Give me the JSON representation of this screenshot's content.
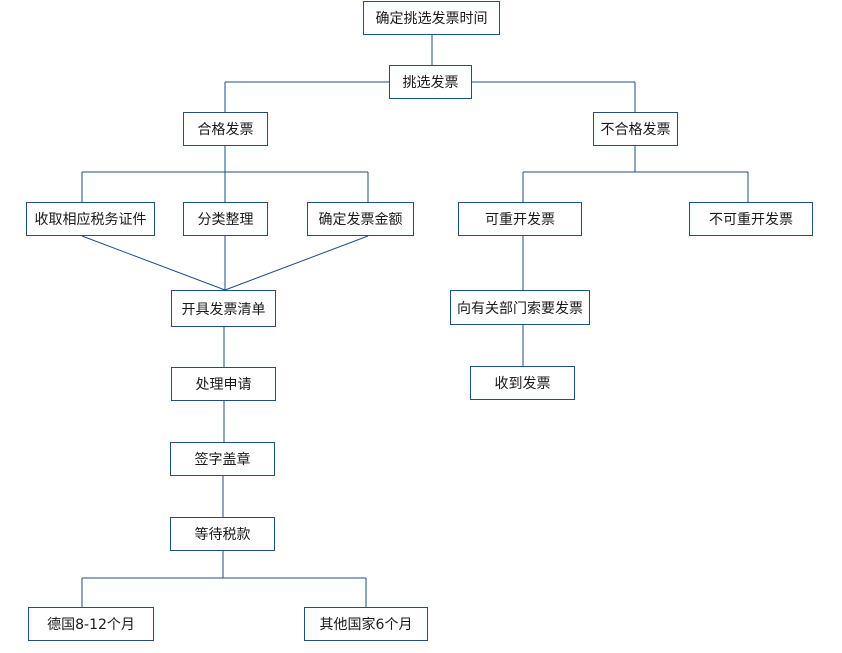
{
  "nodes": {
    "determine_time": "确定挑选发票时间",
    "select_invoices": "挑选发票",
    "qualified": "合格发票",
    "unqualified": "不合格发票",
    "collect_certificates": "收取相应税务证件",
    "sort_out": "分类整理",
    "confirm_amount": "确定发票金额",
    "reissuable": "可重开发票",
    "not_reissuable": "不可重开发票",
    "issue_list": "开具发票清单",
    "request_from_dept": "向有关部门索要发票",
    "process_application": "处理申请",
    "receive_invoice": "收到发票",
    "sign_seal": "签字盖章",
    "await_refund": "等待税款",
    "germany": "德国8-12个月",
    "other_countries": "其他国家6个月"
  },
  "colors": {
    "stroke": "#1f4e86",
    "text": "#1a1a1a",
    "background": "#ffffff"
  }
}
